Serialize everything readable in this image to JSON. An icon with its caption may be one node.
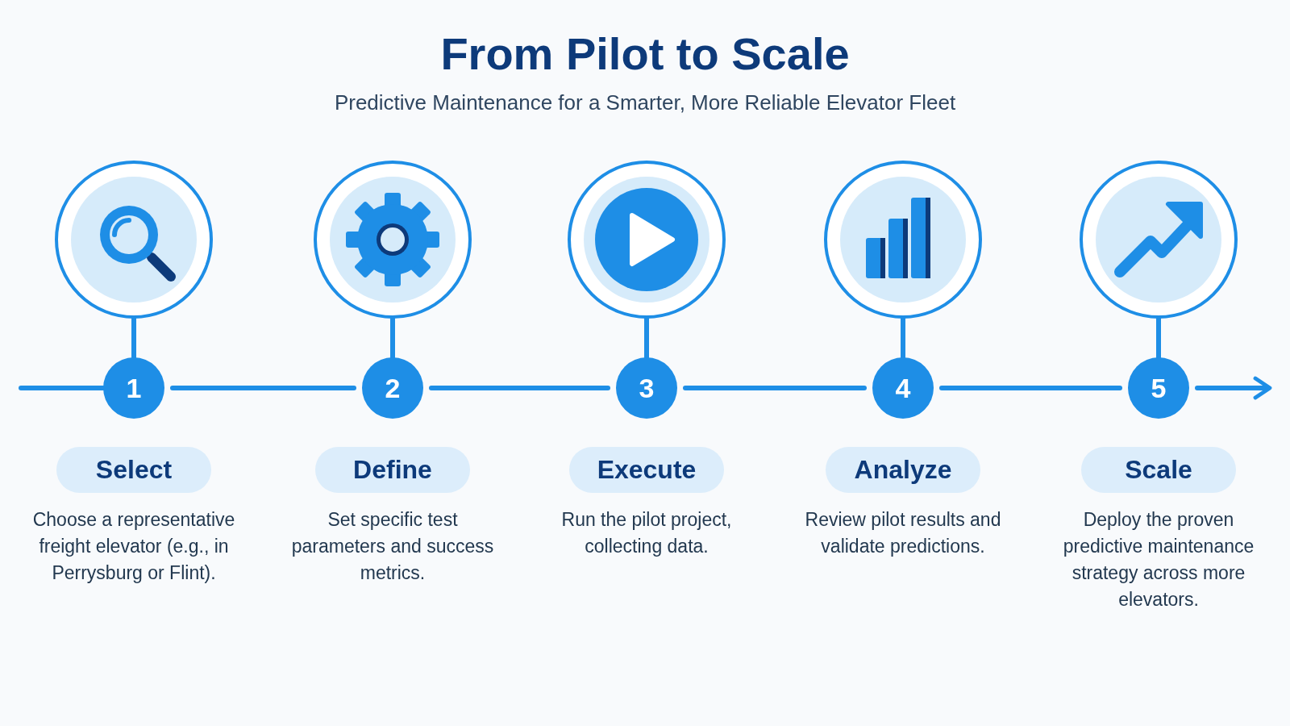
{
  "diagram": {
    "title": "From Pilot to Scale",
    "caption": "Predictive Maintenance for a Smarter, More Reliable Elevator Fleet",
    "nodes": [
      {
        "text": [],
        "shape": "picture"
      },
      {
        "text": [],
        "shape": "picture"
      },
      {
        "text": [],
        "shape": "picture"
      },
      {
        "text": [],
        "shape": "picture"
      },
      {
        "text": [],
        "shape": "picture"
      },
      {
        "text": [
          "1"
        ]
      },
      {
        "text": [
          "2"
        ]
      },
      {
        "text": [
          "3"
        ]
      },
      {
        "text": [
          "4"
        ]
      },
      {
        "text": [
          "5"
        ]
      },
      {
        "text": [
          "Select"
        ],
        "beside": [
          "Choose a representative freight elevator (e.g., in Perrysburg or Flint)."
        ]
      },
      {
        "text": [
          "Define"
        ],
        "beside": [
          "Set specific test parameters and success metrics."
        ]
      },
      {
        "text": [
          "Execute"
        ],
        "beside": [
          "Run the pilot project, collecting data."
        ]
      },
      {
        "text": [
          "Analyze"
        ],
        "beside": [
          "Review pilot results and validate predictions."
        ]
      },
      {
        "text": [
          "Scale"
        ],
        "beside": [
          "Deploy the proven predictive maintenance strategy across more elevators."
        ]
      }
    ],
    "edges": [
      {
        "from": 0,
        "to": 5,
        "arrow": "none"
      },
      {
        "from": 1,
        "to": 6,
        "arrow": "none"
      },
      {
        "from": 2,
        "to": 7,
        "arrow": "none"
      },
      {
        "from": 3,
        "to": 8,
        "arrow": "none"
      },
      {
        "from": 4,
        "to": 9,
        "arrow": "none"
      },
      {
        "from": null,
        "to": 5,
        "arrow": "none"
      },
      {
        "from": 5,
        "to": 6,
        "arrow": "none"
      },
      {
        "from": 6,
        "to": 7,
        "arrow": "none"
      },
      {
        "from": 7,
        "to": 8,
        "arrow": "none"
      },
      {
        "from": 8,
        "to": 9,
        "arrow": "none"
      },
      {
        "from": 9,
        "to": null,
        "arrow": "to"
      }
    ]
  }
}
